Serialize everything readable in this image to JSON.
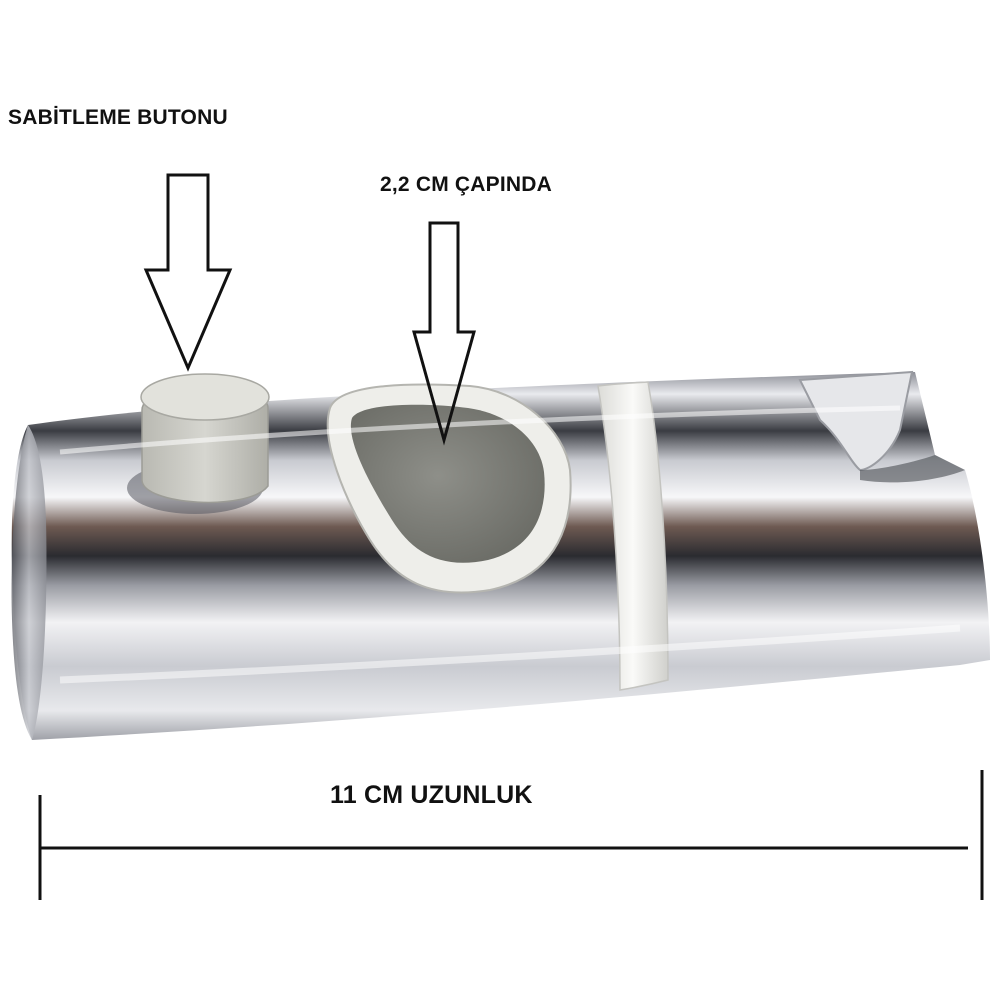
{
  "annotations": {
    "button_label": "SABİTLEME BUTONU",
    "diameter_label": "2,2 CM ÇAPINDA",
    "length_label": "11 CM UZUNLUK"
  },
  "colors": {
    "chrome_light": "#f4f4f6",
    "chrome_mid": "#b9bbc2",
    "chrome_dark": "#2c2e34",
    "chrome_warm": "#7a5a48",
    "button_gray": "#cfcfc8",
    "insert_gray": "#7e7f79",
    "ring_white": "#f2f2ef",
    "annotation_black": "#111111"
  }
}
